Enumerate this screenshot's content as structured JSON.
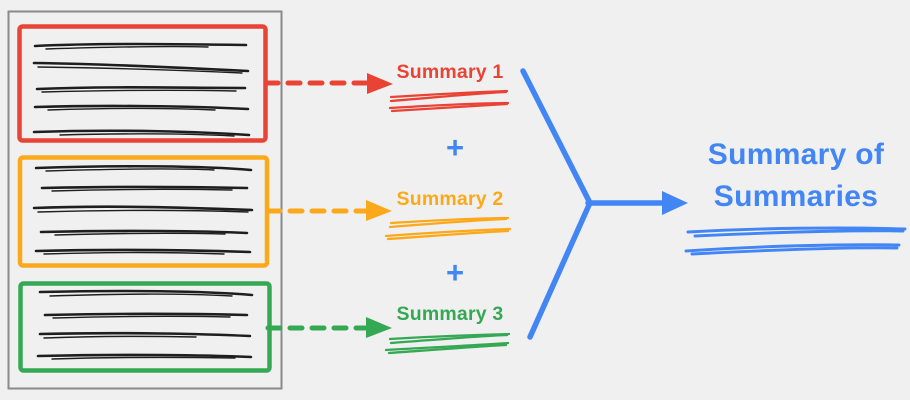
{
  "palette": {
    "red": "#E94335",
    "orange": "#FBA91A",
    "green": "#34A853",
    "blue": "#4285F4",
    "ink": "#1E1E1E",
    "frame": "#8A8A8A",
    "background": "#F0F0F0"
  },
  "source_document": {
    "sections": [
      {
        "name": "section-1",
        "color_key": "red",
        "text_line_count": 5
      },
      {
        "name": "section-2",
        "color_key": "orange",
        "text_line_count": 5
      },
      {
        "name": "section-3",
        "color_key": "green",
        "text_line_count": 4
      }
    ]
  },
  "summaries": [
    {
      "label": "Summary 1",
      "color_key": "red"
    },
    {
      "label": "Summary 2",
      "color_key": "orange"
    },
    {
      "label": "Summary 3",
      "color_key": "green"
    }
  ],
  "operators": {
    "plus": "+"
  },
  "result": {
    "label": "Summary of Summaries",
    "color_key": "blue"
  }
}
